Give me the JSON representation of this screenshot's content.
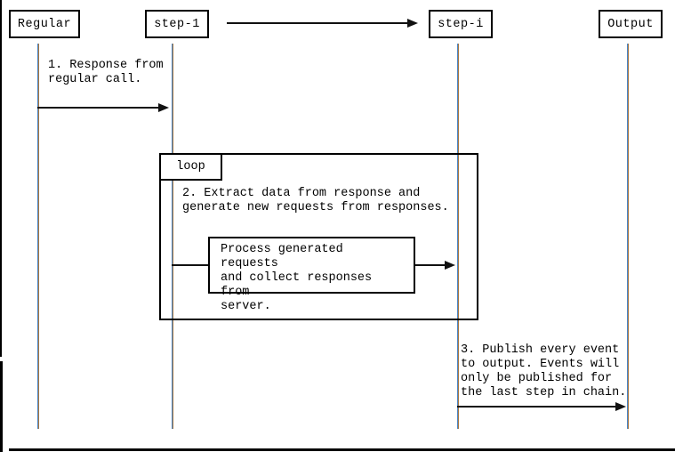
{
  "diagram": {
    "type": "sequence-diagram",
    "actors": [
      {
        "id": "regular",
        "label": "Regular"
      },
      {
        "id": "step-1",
        "label": "step-1"
      },
      {
        "id": "step-i",
        "label": "step-i"
      },
      {
        "id": "output",
        "label": "Output"
      }
    ],
    "fragment": {
      "label": "loop"
    },
    "messages": {
      "m1": {
        "from": "Regular",
        "to": "step-1",
        "text": "1. Response from\nregular call."
      },
      "m2": {
        "from": "step-1",
        "to": "step-1",
        "text": "2. Extract data from response and\ngenerate new requests from responses."
      },
      "process": {
        "from": "step-1",
        "to": "step-i",
        "text": "Process generated requests\nand collect responses from\nserver."
      },
      "m3": {
        "from": "step-i",
        "to": "Output",
        "text": "3. Publish every event\nto output. Events will\nonly be published for\nthe last step in chain."
      }
    },
    "chain_arrow": {
      "from": "step-1",
      "to": "step-i",
      "text": ""
    }
  },
  "colors": {
    "background": "#ffffff",
    "line": "#111111",
    "text": "#000000",
    "border": "#000000",
    "lifeline_fringe_left": "#4a86c8",
    "lifeline_fringe_right": "#a87840"
  }
}
